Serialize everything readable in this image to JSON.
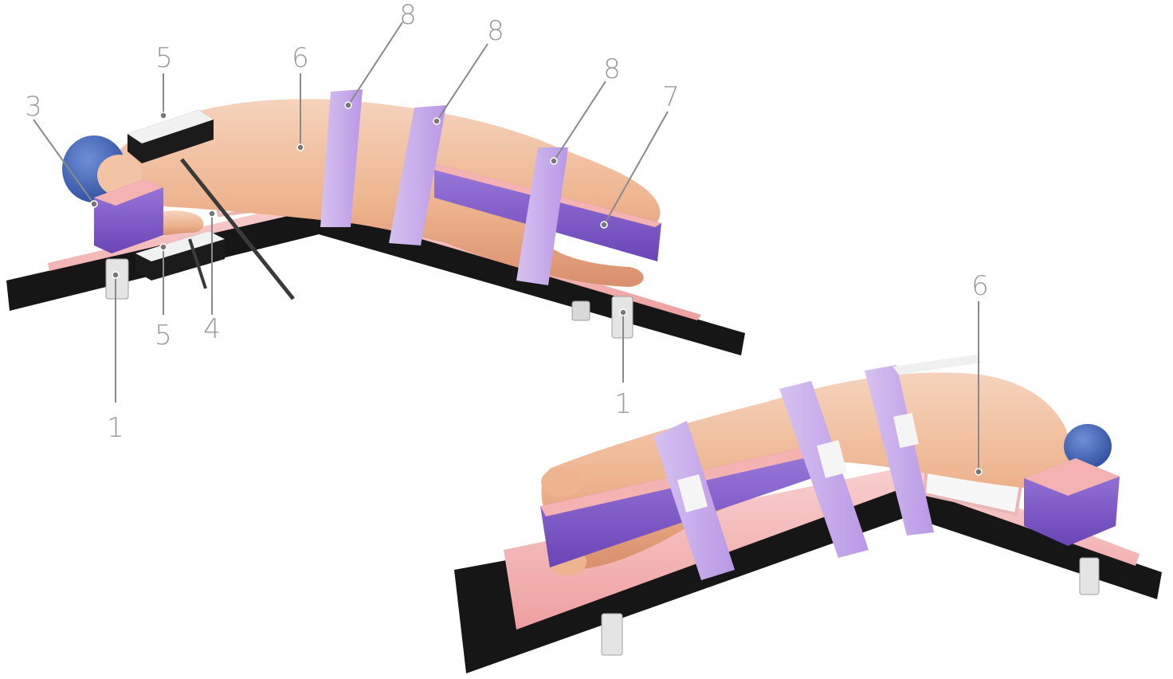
{
  "colors": {
    "table_frame": "#151515",
    "table_top": "#f3b9b9",
    "foam_pad": "#7a55c4",
    "strap": "#c7aee8",
    "skin": "#f1b999",
    "cap": "#3f63b8",
    "label": "#9a9a9a"
  },
  "callouts_left": {
    "c1a": "1",
    "c1b": "1",
    "c3": "3",
    "c4": "4",
    "c5a": "5",
    "c5b": "5",
    "c6": "6",
    "c7": "7",
    "c8a": "8",
    "c8b": "8",
    "c8c": "8"
  },
  "callouts_right": {
    "c6": "6"
  }
}
